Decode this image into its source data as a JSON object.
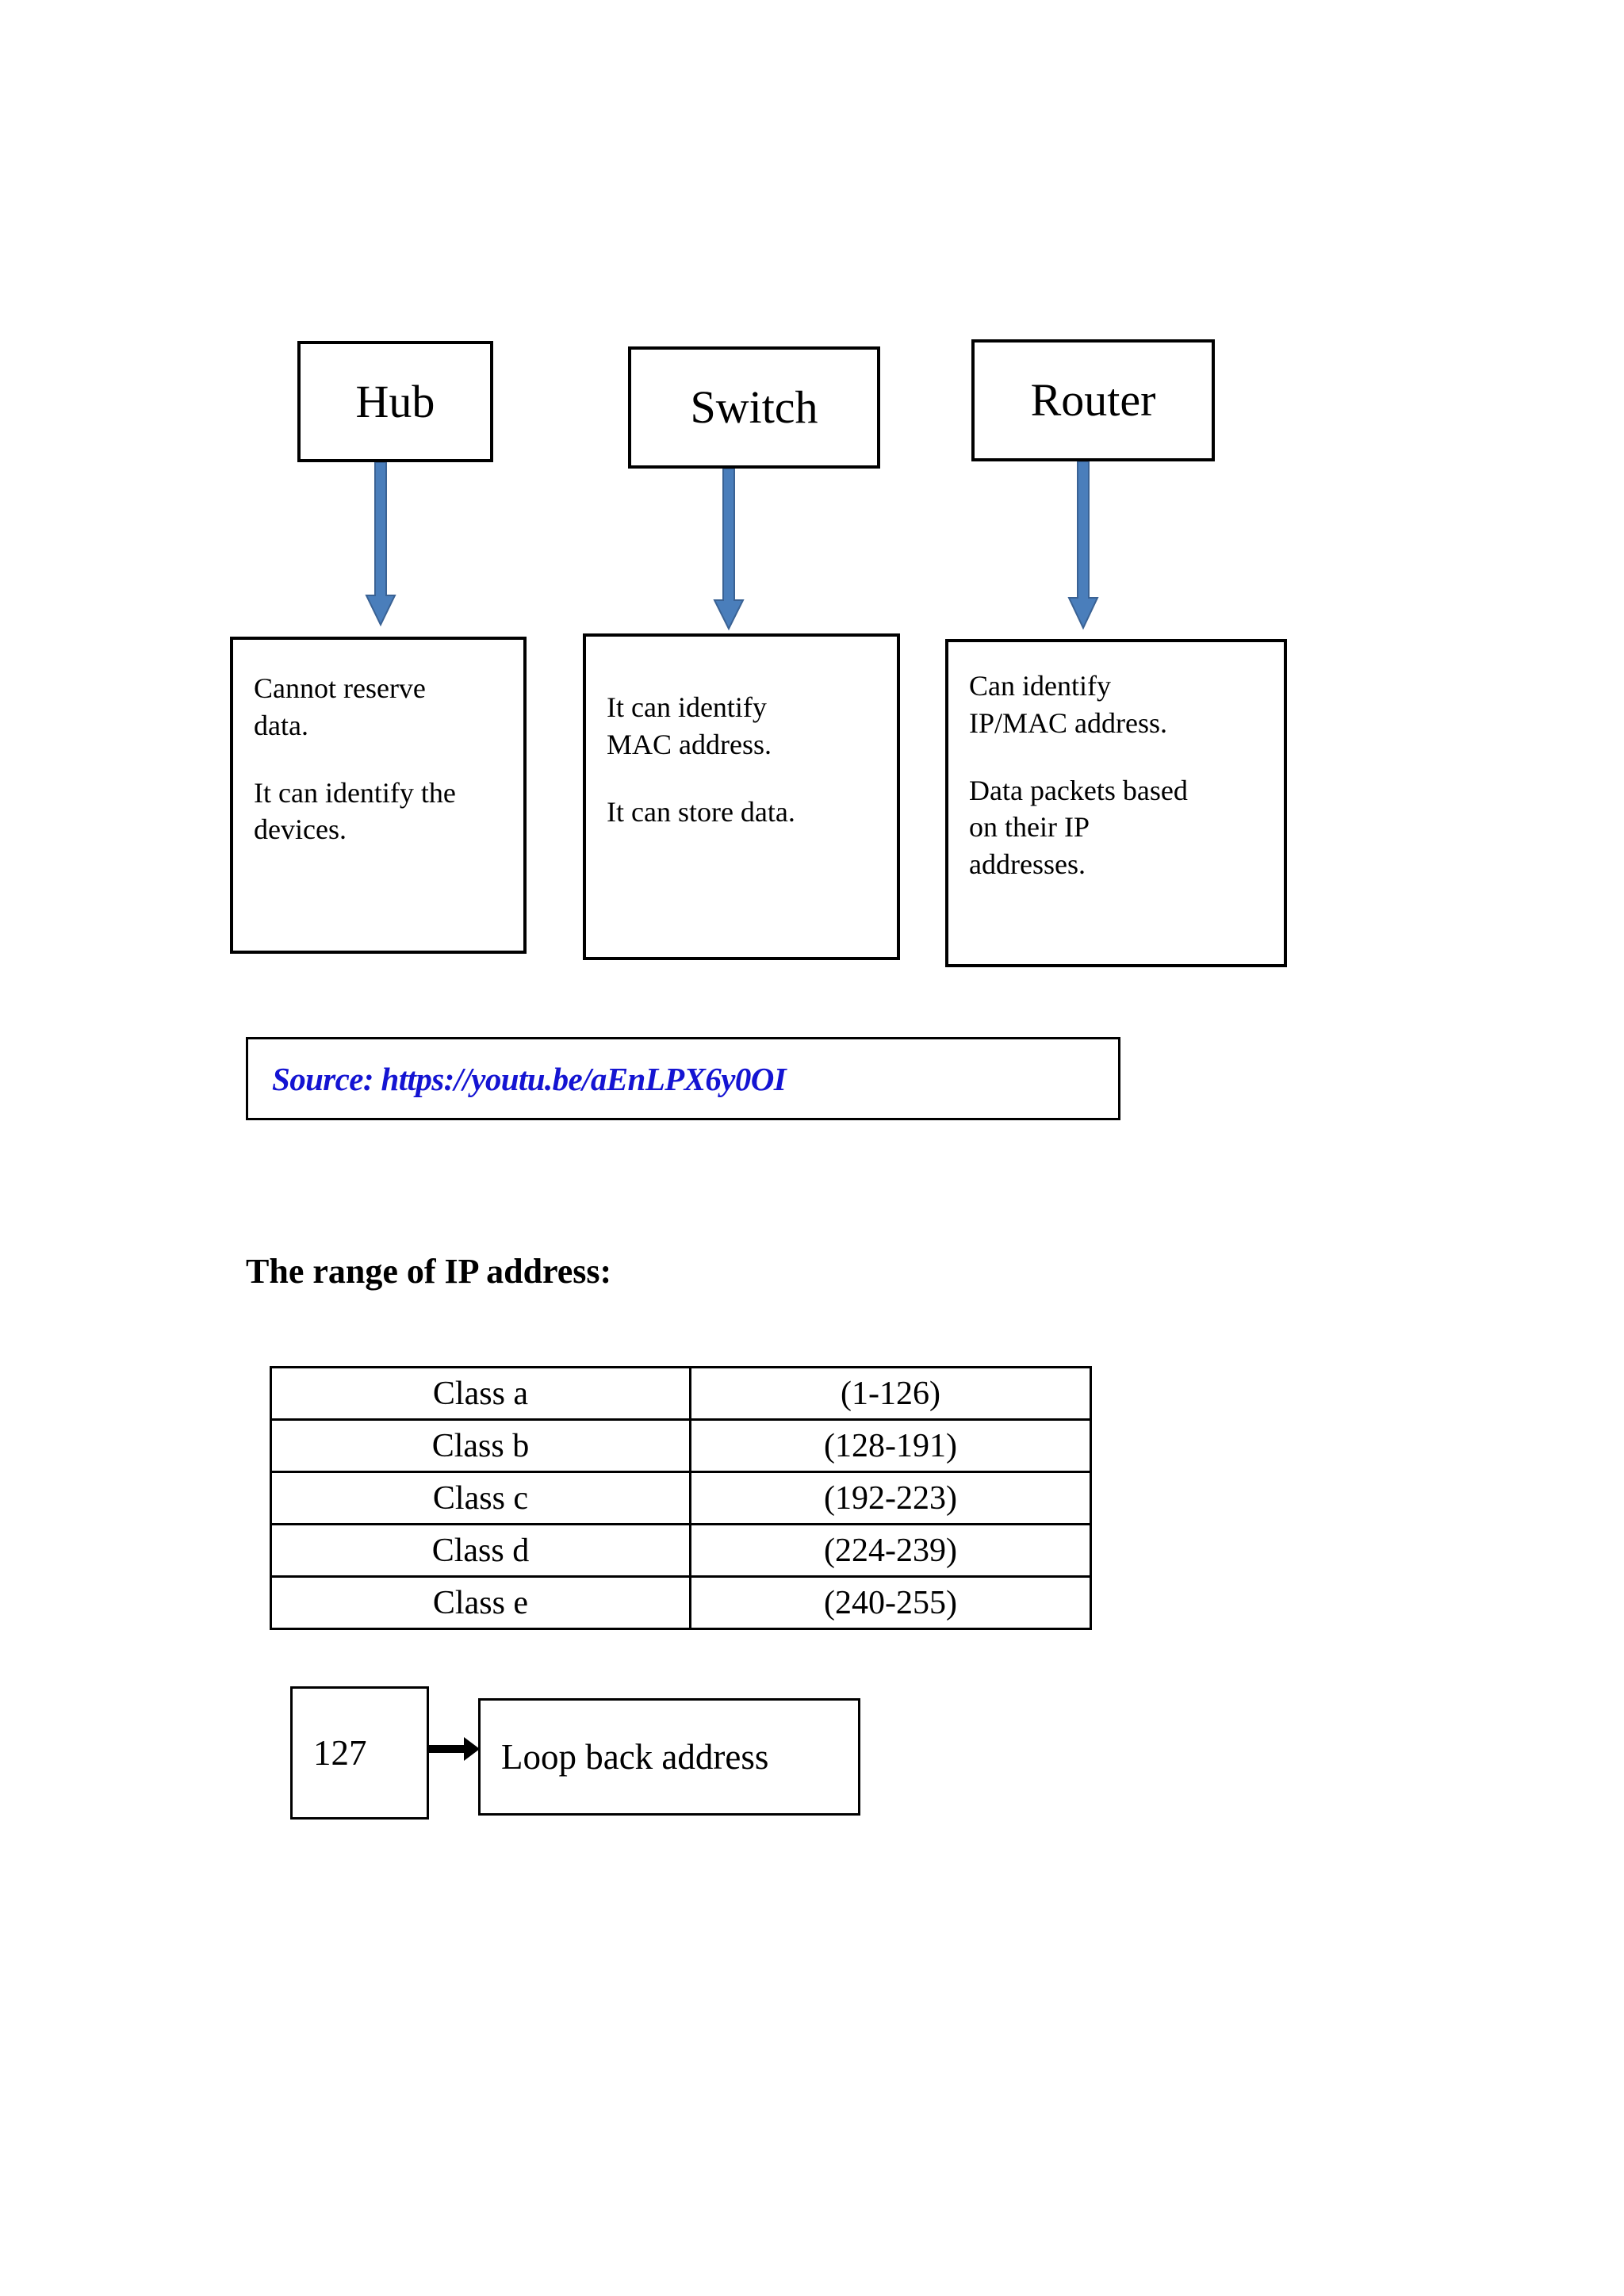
{
  "page": {
    "background": "#ffffff",
    "accent_blue_arrow": "#4A7EBB",
    "link_blue": "#1414D2",
    "ink": "#000000"
  },
  "devices": [
    {
      "name": "Hub",
      "icon": "arrow-down-icon"
    },
    {
      "name": "Switch",
      "icon": "arrow-down-icon"
    },
    {
      "name": "Router",
      "icon": "arrow-down-icon"
    }
  ],
  "descriptions": [
    {
      "device": "Hub",
      "lines": [
        "Cannot reserve",
        "data."
      ],
      "lines2": [
        "It can identify the",
        "devices."
      ]
    },
    {
      "device": "Switch",
      "lines": [
        "It can identify",
        "MAC address."
      ],
      "lines2": [
        "It can store data."
      ]
    },
    {
      "device": "Router",
      "lines": [
        "Can identify",
        "IP/MAC address."
      ],
      "lines2": [
        "Data packets based",
        "on their IP",
        "addresses."
      ]
    }
  ],
  "source": {
    "label": "Source: https://youtu.be/aEnLPX6y0OI"
  },
  "ip_section": {
    "heading": "The range of IP address:",
    "rows": [
      {
        "class": "Class a",
        "range": "(1-126)"
      },
      {
        "class": "Class b",
        "range": "(128-191)"
      },
      {
        "class": "Class c",
        "range": "(192-223)"
      },
      {
        "class": "Class d",
        "range": "(224-239)"
      },
      {
        "class": "Class e",
        "range": "(240-255)"
      }
    ]
  },
  "loopback": {
    "source_value": "127",
    "arrow_icon": "arrow-right-icon",
    "target_label": "Loop back address"
  }
}
